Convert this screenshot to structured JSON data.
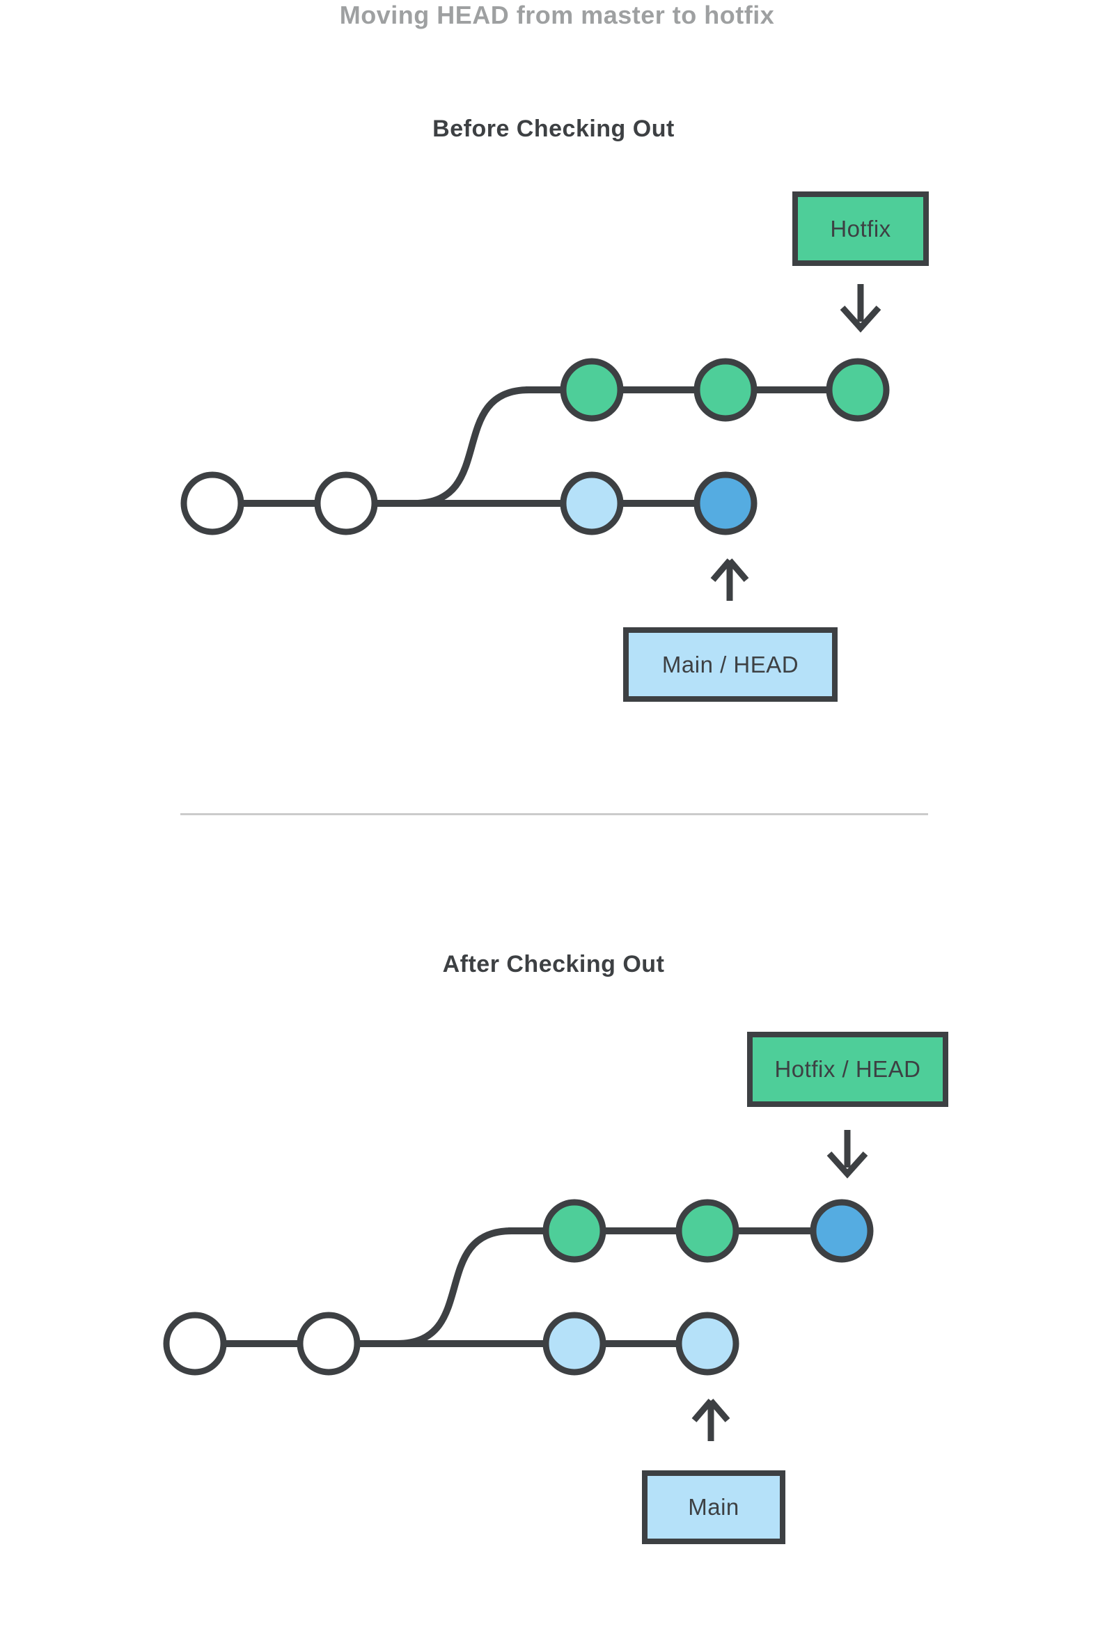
{
  "title": "Moving HEAD from master to hotfix",
  "colors": {
    "dark": "#3d4043",
    "green": "#4ece99",
    "blue": "#55ace1",
    "light_blue": "#b5e1f9",
    "title_gray": "#9ea0a1",
    "divider": "#cbcbcb",
    "background": "#ffffff"
  },
  "icons": {
    "arrow_down": "↓",
    "arrow_up": "↑"
  },
  "panels": {
    "before": {
      "heading": "Before Checking Out",
      "branch_tag": "Hotfix",
      "head_tag": "Main / HEAD",
      "main_branch_commits": [
        "white",
        "white",
        "light_blue",
        "blue"
      ],
      "hotfix_branch_commits": [
        "green",
        "green",
        "green"
      ]
    },
    "after": {
      "heading": "After Checking Out",
      "branch_tag": "Hotfix / HEAD",
      "head_tag": "Main",
      "main_branch_commits": [
        "white",
        "white",
        "light_blue",
        "light_blue"
      ],
      "hotfix_branch_commits": [
        "green",
        "green",
        "blue"
      ]
    }
  }
}
